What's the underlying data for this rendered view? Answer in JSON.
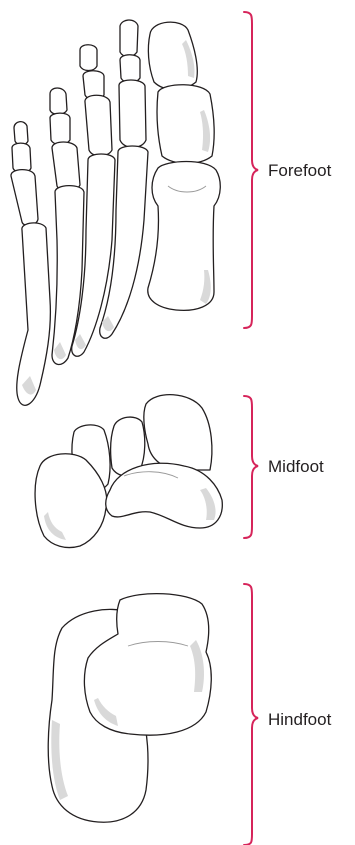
{
  "labels": {
    "forefoot": "Forefoot",
    "midfoot": "Midfoot",
    "hindfoot": "Hindfoot"
  },
  "colors": {
    "bracket": "#d6245a",
    "outline": "#231f20",
    "shade": "#d9d9d9",
    "background": "#ffffff"
  }
}
